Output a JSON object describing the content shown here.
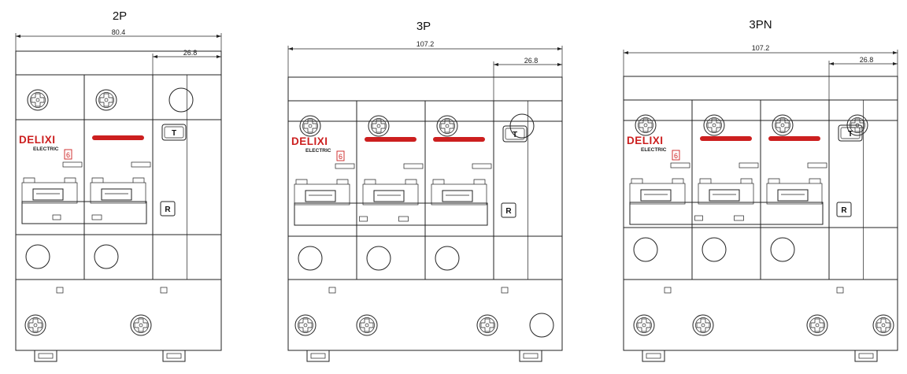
{
  "colors": {
    "brand": "#cc1f1f",
    "line": "#222222"
  },
  "icons": {
    "screw": "screw-icon",
    "terminal": "terminal-hole-icon",
    "din_clip": "din-clip-icon"
  },
  "variants": [
    {
      "title": "2P",
      "overall_width": "80.4",
      "module_width": "26.8",
      "brand": "DELIXI",
      "brand_sub": "ELECTRIC",
      "mark": "6",
      "test_button": "T",
      "reset_button": "R",
      "poles": 2,
      "neutral": false
    },
    {
      "title": "3P",
      "overall_width": "107.2",
      "module_width": "26.8",
      "brand": "DELIXI",
      "brand_sub": "ELECTRIC",
      "mark": "6",
      "test_button": "T",
      "reset_button": "R",
      "poles": 3,
      "neutral": false
    },
    {
      "title": "3PN",
      "overall_width": "107.2",
      "module_width": "26.8",
      "brand": "DELIXI",
      "brand_sub": "ELECTRIC",
      "mark": "6",
      "test_button": "T",
      "reset_button": "R",
      "poles": 3,
      "neutral": true
    }
  ]
}
